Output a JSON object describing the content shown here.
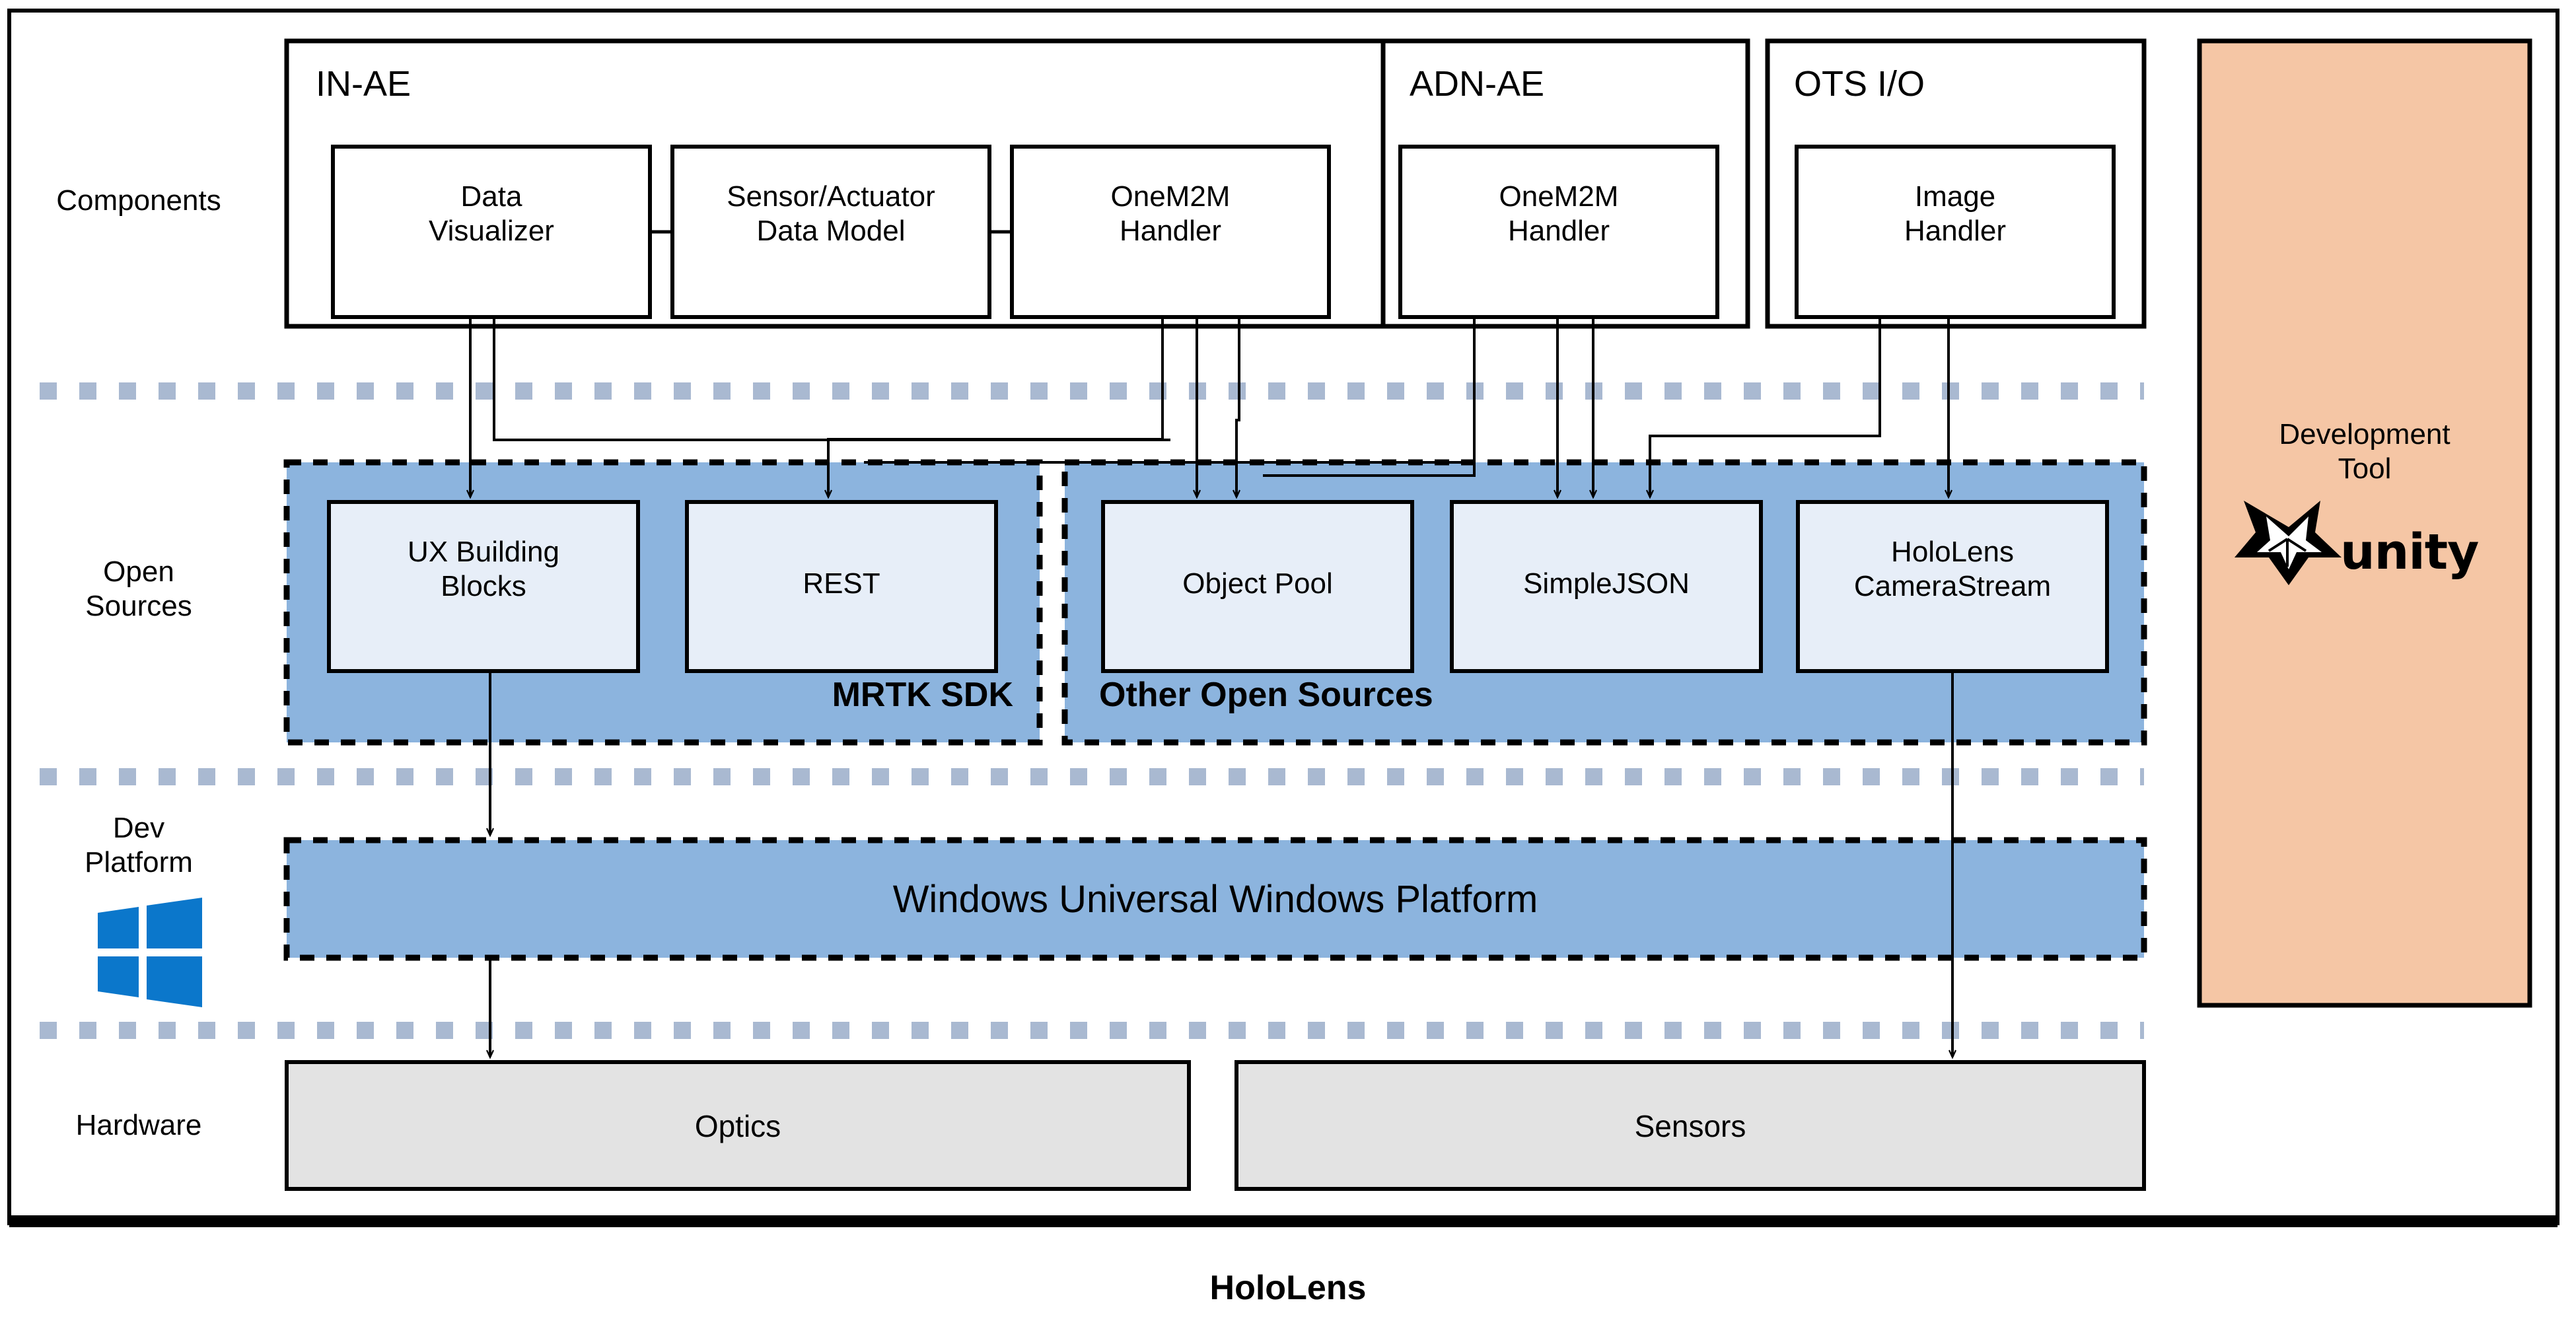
{
  "diagram": {
    "title": "HoloLens",
    "footer_label": "HoloLens"
  },
  "row_labels": {
    "components": "Components",
    "open_sources": "Open\nSources",
    "dev_platform": "Dev\nPlatform",
    "hardware": "Hardware"
  },
  "components_layer": {
    "groups": [
      {
        "title": "IN-AE",
        "boxes": [
          {
            "label": "Data\nVisualizer"
          },
          {
            "label": "Sensor/Actuator\nData Model"
          },
          {
            "label": "OneM2M\nHandler"
          }
        ]
      },
      {
        "title": "ADN-AE",
        "boxes": [
          {
            "label": "OneM2M\nHandler"
          }
        ]
      },
      {
        "title": "OTS I/O",
        "boxes": [
          {
            "label": "Image\nHandler"
          }
        ]
      }
    ]
  },
  "open_sources_layer": {
    "zones": [
      {
        "zone_label": "MRTK SDK",
        "boxes": [
          {
            "label": "UX Building\nBlocks"
          },
          {
            "label": "REST"
          }
        ]
      },
      {
        "zone_label": "Other Open Sources",
        "boxes": [
          {
            "label": "Object Pool"
          },
          {
            "label": "SimpleJSON"
          },
          {
            "label": "HoloLens\nCameraStream"
          }
        ]
      }
    ]
  },
  "dev_platform_layer": {
    "platform_label": "Windows Universal Windows Platform",
    "os_icon": "windows-logo-icon"
  },
  "hardware_layer": {
    "boxes": [
      {
        "label": "Optics"
      },
      {
        "label": "Sensors"
      }
    ]
  },
  "development_tool_panel": {
    "title": "Development\nTool",
    "tool_name": "unity",
    "tool_icon": "unity-cube-icon"
  },
  "colors": {
    "zone_blue": "#8CB4DE",
    "box_light_blue": "#E7EEF8",
    "hardware_gray": "#E3E3E3",
    "devtool_orange": "#F5C6A5",
    "divider_dotted": "#A9B9D1",
    "outline_black": "#000000",
    "windows_logo_blue": "#0B77CB"
  }
}
